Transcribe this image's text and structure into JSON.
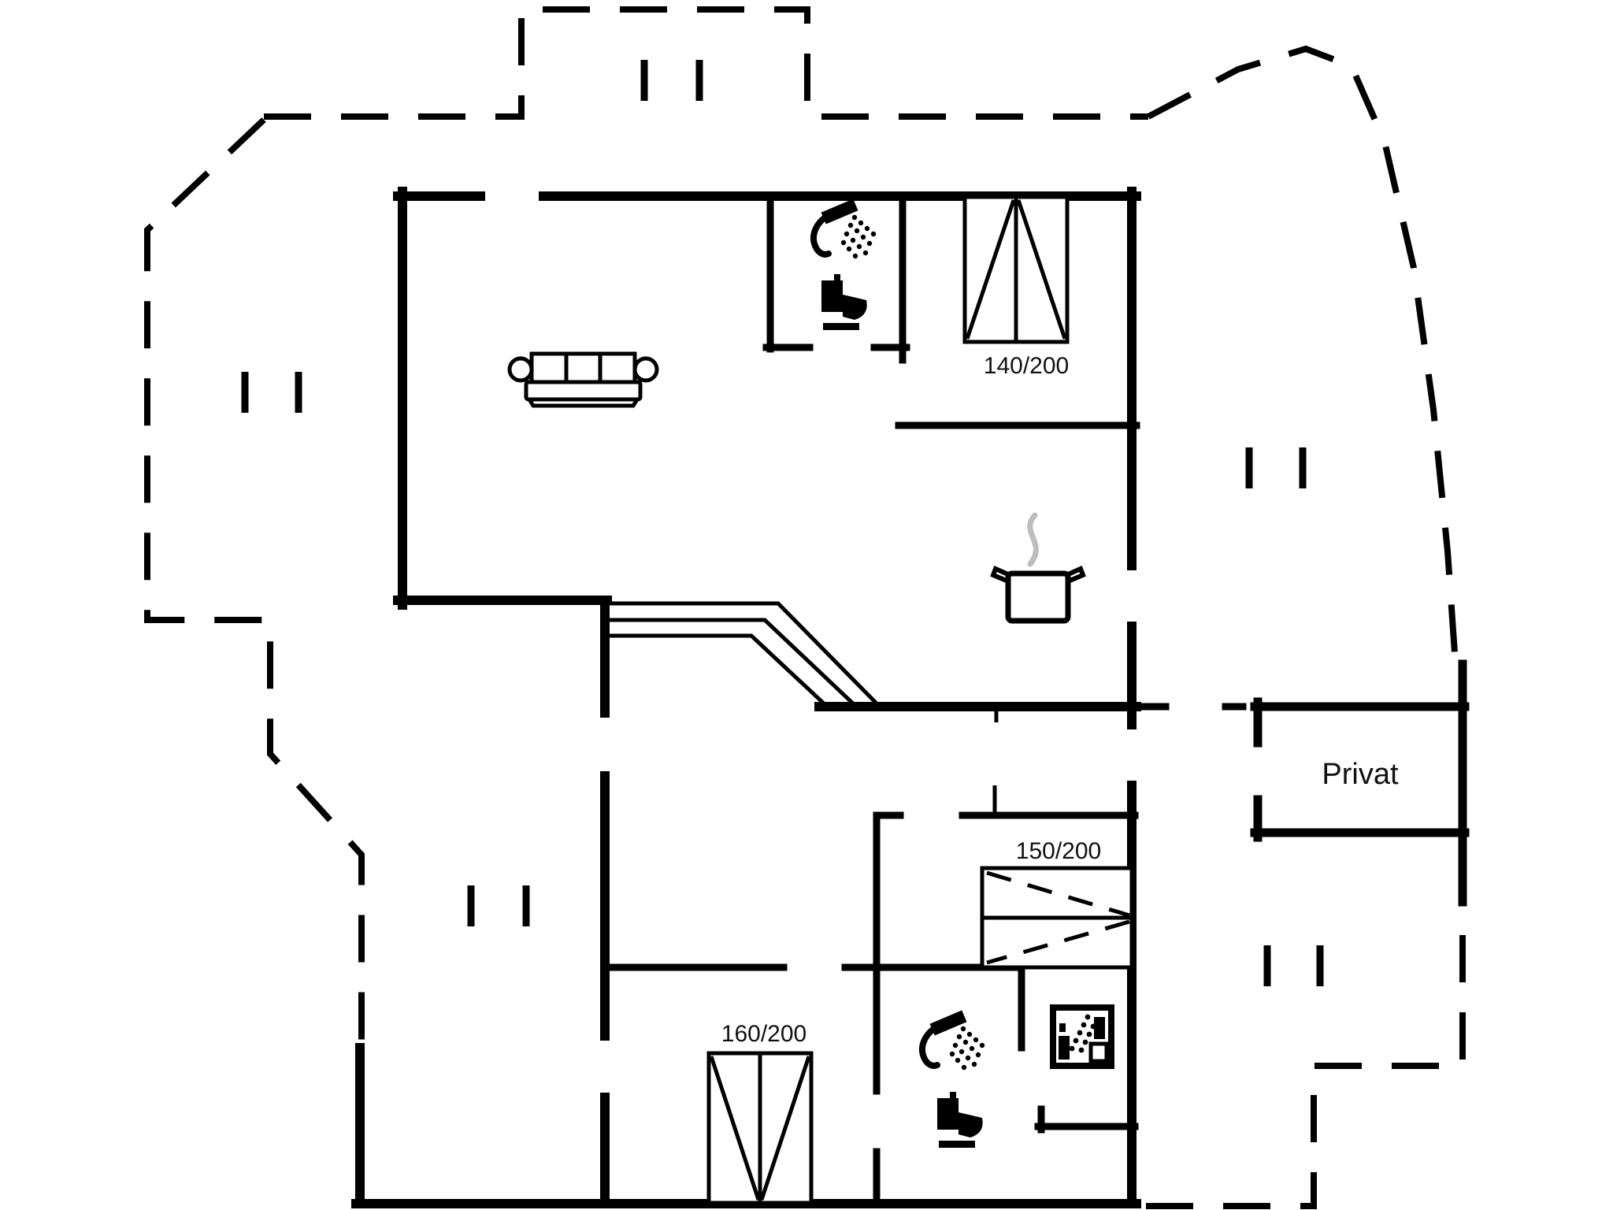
{
  "page": {
    "background_color": "#ffffff",
    "line_color": "#000000",
    "steam_color": "#bdbdbd"
  },
  "floor_plan": {
    "rooms": [
      {
        "name": "Privat"
      }
    ],
    "beds": [
      {
        "id": "bed-140x200",
        "size": "140/200"
      },
      {
        "id": "bed-150x200",
        "size": "150/200"
      },
      {
        "id": "bed-160x200",
        "size": "160/200"
      }
    ],
    "fixtures": [
      "sofa-icon",
      "shower-icon",
      "toilet-icon",
      "cooking-pot-icon",
      "dishwasher-icon",
      "stairs",
      "terrace-boundary",
      "terrace-steps"
    ]
  }
}
